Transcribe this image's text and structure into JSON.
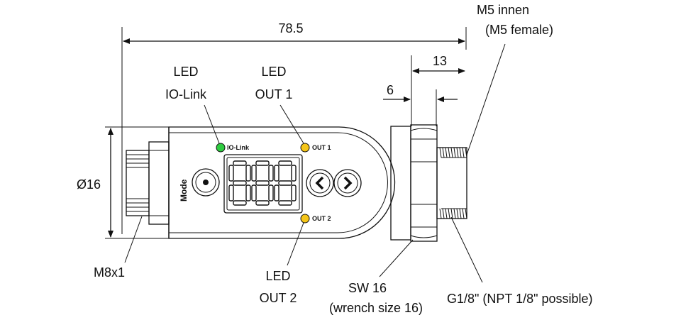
{
  "dimensions": {
    "overall_length": "78.5",
    "diameter": "Ø16",
    "thread_length": "13",
    "hex_length": "6"
  },
  "callouts": {
    "led_iolink": [
      "LED",
      "IO-Link"
    ],
    "led_out1": [
      "LED",
      "OUT 1"
    ],
    "led_out2": [
      "LED",
      "OUT 2"
    ],
    "m5": [
      "M5 innen",
      "(M5 female)"
    ],
    "m8": "M8x1",
    "sw16": [
      "SW 16",
      "(wrench size 16)"
    ],
    "thread": "G1/8\" (NPT 1/8\" possible)"
  },
  "device_labels": {
    "iolink": "IO-Link",
    "out1": "OUT 1",
    "out2": "OUT 2",
    "mode": "Mode",
    "display": "888"
  },
  "colors": {
    "led_iolink": "#2ecc40",
    "led_out": "#f5c518",
    "line": "#111111"
  },
  "icons": {
    "mode_button": "dot-icon",
    "left_button": "chevron-left-icon",
    "right_button": "chevron-right-icon"
  }
}
